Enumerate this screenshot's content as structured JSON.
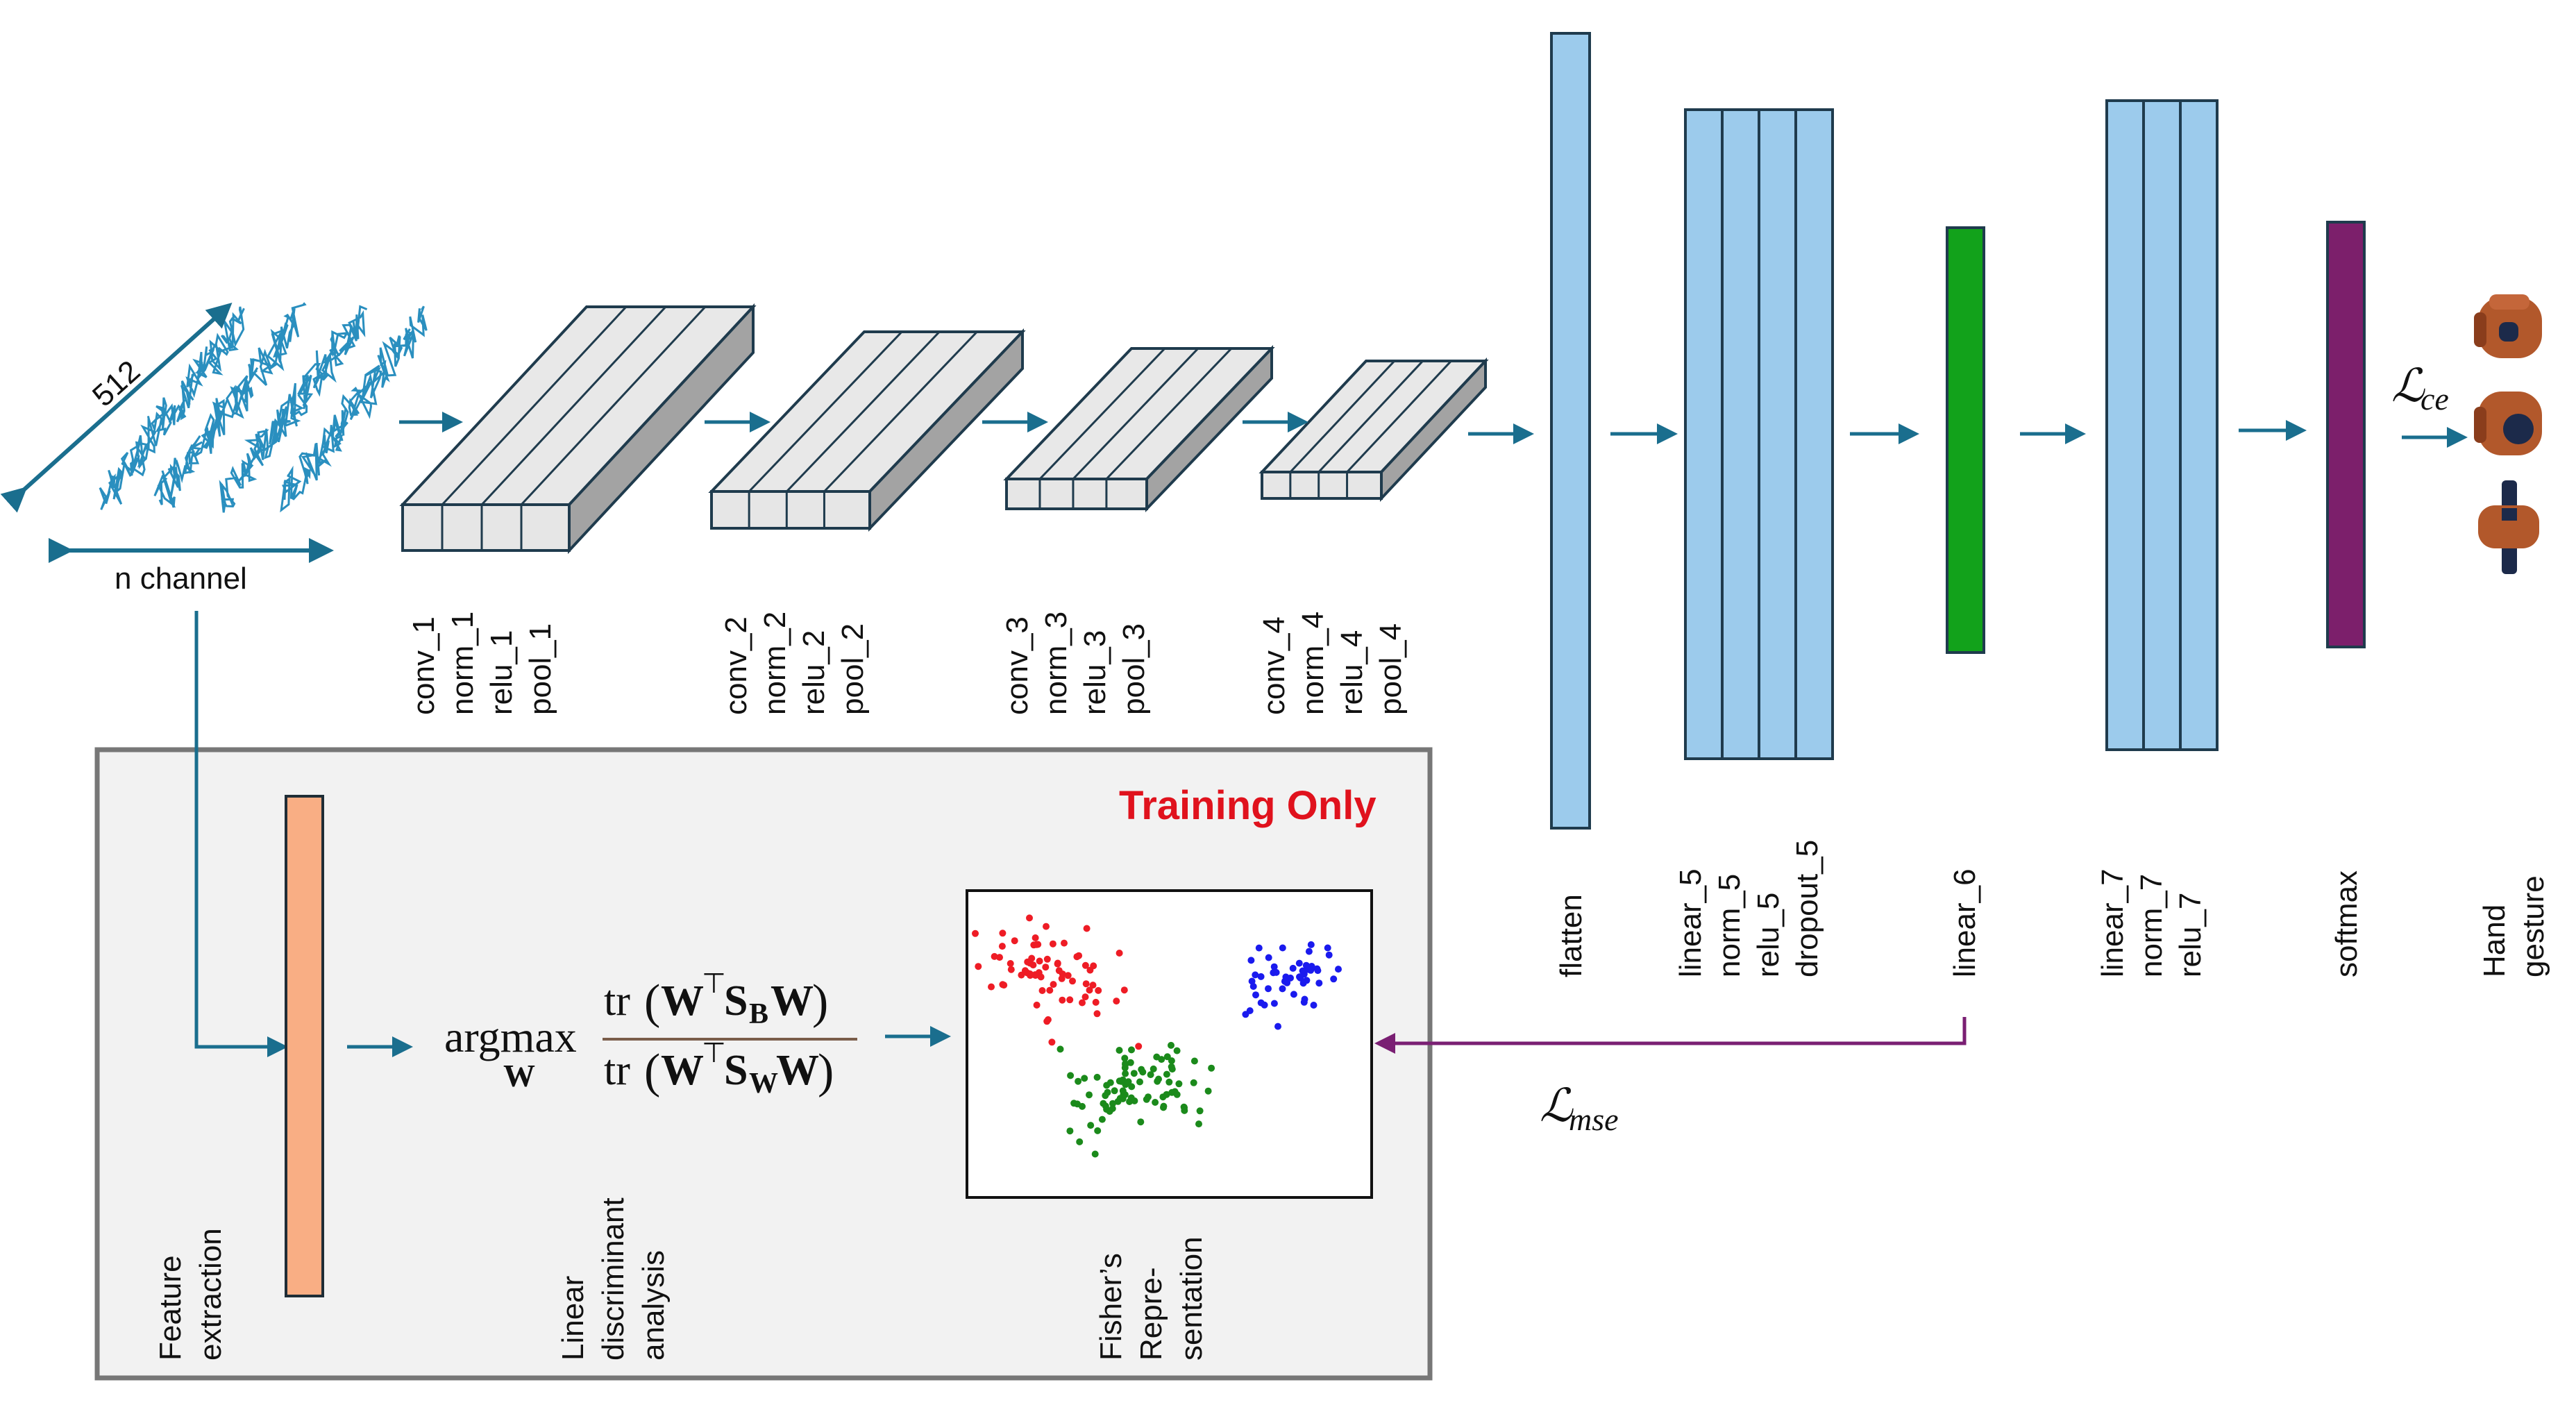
{
  "colors": {
    "arrow": "#1a6e8e",
    "signal": "#2a8fbf",
    "layer_fill": "#9ccbec",
    "layer_stroke": "#1f3b4d",
    "block_front": "#e6e6e6",
    "block_top": "#e8e8e8",
    "block_side": "#a3a3a3",
    "linear6": "#12a21b",
    "softmax": "#7c1f6b",
    "feature": "#f9ae84",
    "training_bg": "#f2f2f2",
    "training_border": "#777777",
    "training_title": "#e0121d",
    "lmse_arrow": "#7a1f73",
    "cluster_red": "#ee1c25",
    "cluster_blue": "#1a1aee",
    "cluster_green": "#1b8a1b"
  },
  "input": {
    "length_label": "512",
    "channel_label": "n channel"
  },
  "conv_blocks": [
    {
      "labels": [
        "conv_1",
        "norm_1",
        "relu_1",
        "pool_1"
      ]
    },
    {
      "labels": [
        "conv_2",
        "norm_2",
        "relu_2",
        "pool_2"
      ]
    },
    {
      "labels": [
        "conv_3",
        "norm_3",
        "relu_3",
        "pool_3"
      ]
    },
    {
      "labels": [
        "conv_4",
        "norm_4",
        "relu_4",
        "pool_4"
      ]
    }
  ],
  "layers": {
    "flatten": [
      "flatten"
    ],
    "linear_5": [
      "linear_5",
      "norm_5",
      "relu_5",
      "dropout_5"
    ],
    "linear_6": [
      "linear_6"
    ],
    "linear_7": [
      "linear_7",
      "norm_7",
      "relu_7"
    ],
    "softmax": [
      "softmax"
    ],
    "hand_gesture": [
      "Hand",
      "gesture"
    ]
  },
  "losses": {
    "ce": {
      "symbol": "ℒ",
      "subscript": "ce"
    },
    "mse": {
      "symbol": "ℒ",
      "subscript": "mse"
    }
  },
  "training": {
    "title": "Training Only",
    "feature_label": [
      "Feature",
      "extraction"
    ],
    "lda_label": [
      "Linear",
      "discriminant",
      "analysis"
    ],
    "fisher_label": [
      "Fisher’s",
      "Repre-",
      "sentation"
    ],
    "formula": {
      "op": "argmax",
      "op_sub": "W",
      "num_tr": "tr",
      "num_matrix": "W",
      "num_transpose": "⊤",
      "num_s": "S",
      "num_s_sub": "B",
      "den_tr": "tr",
      "den_matrix": "W",
      "den_transpose": "⊤",
      "den_s": "S",
      "den_s_sub": "W"
    }
  },
  "gestures": [
    "fist-icon",
    "ball-grip-icon",
    "cylinder-grip-icon"
  ]
}
